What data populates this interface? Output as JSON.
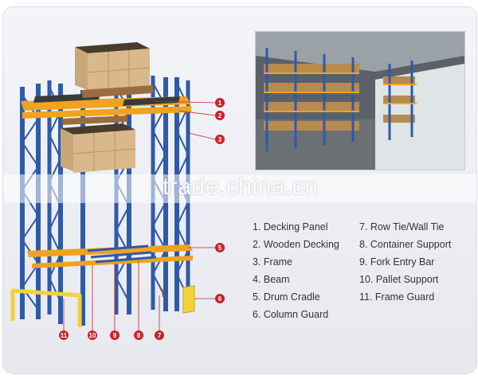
{
  "watermark": "trade.china.cn",
  "legend": {
    "left": [
      "1. Decking Panel",
      "2. Wooden Decking",
      "3. Frame",
      "4. Beam",
      "5. Drum Cradle",
      "6. Column Guard"
    ],
    "right": [
      "7. Row Tie/Wall Tie",
      "8. Container Support",
      "9. Fork Entry Bar",
      "10. Pallet Support",
      "11. Frame Guard"
    ]
  },
  "callouts": [
    "1",
    "2",
    "3",
    "5",
    "6",
    "11",
    "10",
    "9",
    "8",
    "7"
  ],
  "colors": {
    "upright_blue": "#2f5aa8",
    "beam_orange": "#f0a321",
    "callout_red": "#c8232c",
    "box_tan": "#d9b98c",
    "guard_yellow": "#f3d23a"
  }
}
